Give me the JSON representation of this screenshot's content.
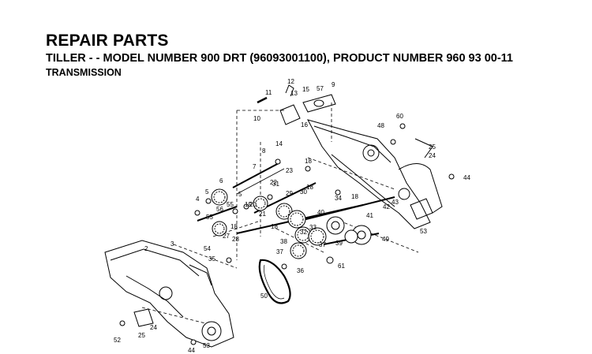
{
  "header": {
    "title": "REPAIR PARTS",
    "subtitle": "TILLER - - MODEL NUMBER 900 DRT (96093001100), PRODUCT NUMBER 960 93 00-11",
    "section": "TRANSMISSION"
  },
  "diagram": {
    "callouts": [
      "12",
      "11",
      "13",
      "15",
      "57",
      "9",
      "10",
      "16",
      "14",
      "60",
      "48",
      "25",
      "24",
      "44",
      "8",
      "5",
      "7",
      "18",
      "23",
      "6",
      "22",
      "4",
      "5",
      "19",
      "20",
      "21",
      "31",
      "18",
      "56",
      "55",
      "29",
      "30",
      "34",
      "18",
      "42",
      "43",
      "55",
      "18",
      "40",
      "41",
      "53",
      "54",
      "27",
      "28",
      "18",
      "32",
      "33",
      "39",
      "49",
      "3",
      "2",
      "38",
      "37",
      "37",
      "35",
      "36",
      "61",
      "50",
      "52",
      "25",
      "24",
      "44",
      "53"
    ],
    "colors": {
      "line": "#000000",
      "background": "#ffffff"
    }
  }
}
